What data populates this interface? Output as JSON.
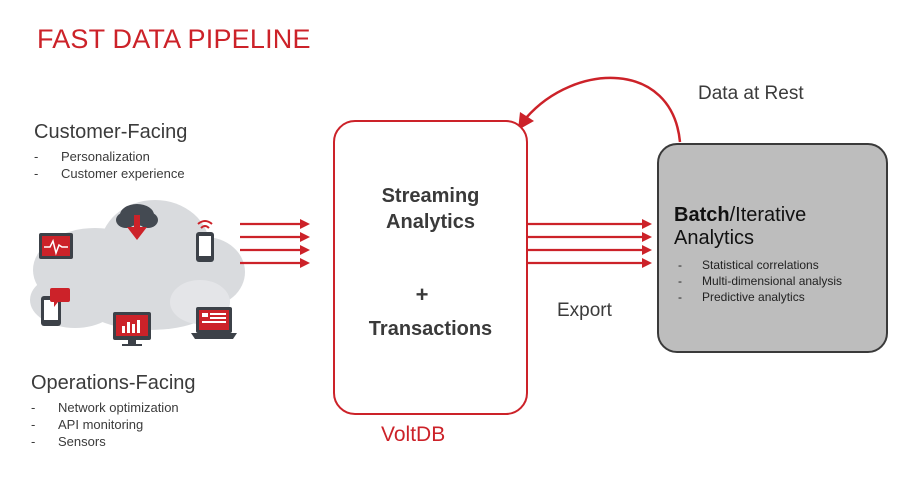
{
  "title": "FAST DATA PIPELINE",
  "customer_facing": {
    "heading": "Customer-Facing",
    "items": [
      "Personalization",
      "Customer experience"
    ]
  },
  "operations_facing": {
    "heading": "Operations-Facing",
    "items": [
      "Network optimization",
      "API monitoring",
      "Sensors"
    ]
  },
  "voltdb_box": {
    "line1": "Streaming",
    "line2": "Analytics",
    "plus": "+",
    "line3": "Transactions"
  },
  "voltdb_label": "VoltDB",
  "batch_box": {
    "title_bold": "Batch",
    "title_rest": "/Iterative",
    "title_line2": "Analytics",
    "items": [
      "Statistical correlations",
      "Multi-dimensional analysis",
      "Predictive analytics"
    ]
  },
  "export_label": "Export",
  "data_at_rest_label": "Data at Rest",
  "colors": {
    "accent_red": "#cc2229",
    "box_gray": "#bdbdbd",
    "cloud_gray": "#d9dbde"
  },
  "icons": [
    "cloud-download-icon",
    "heartbeat-monitor-icon",
    "smartphone-signal-icon",
    "tablet-chat-icon",
    "monitor-chart-icon",
    "laptop-panel-icon"
  ]
}
